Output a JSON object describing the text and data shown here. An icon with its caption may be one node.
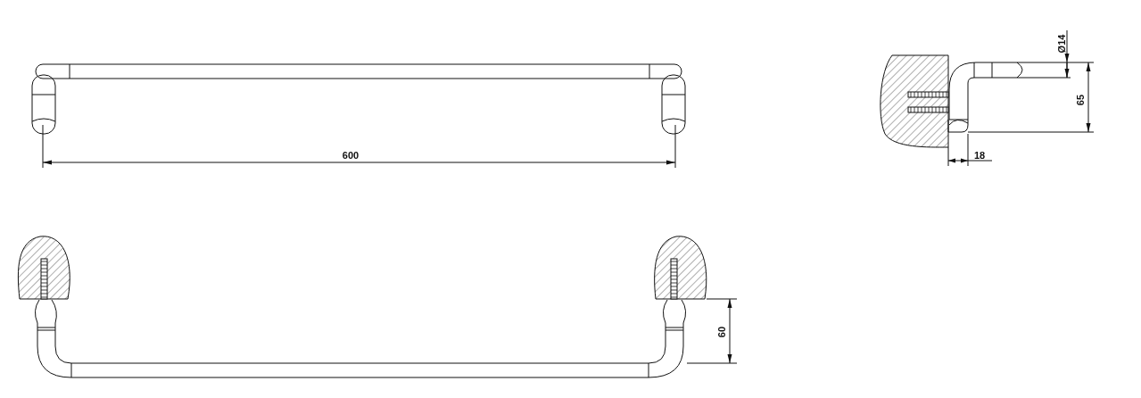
{
  "diagram": {
    "labels": [
      "Ø14",
      "65",
      "600",
      "18",
      "60"
    ]
  }
}
